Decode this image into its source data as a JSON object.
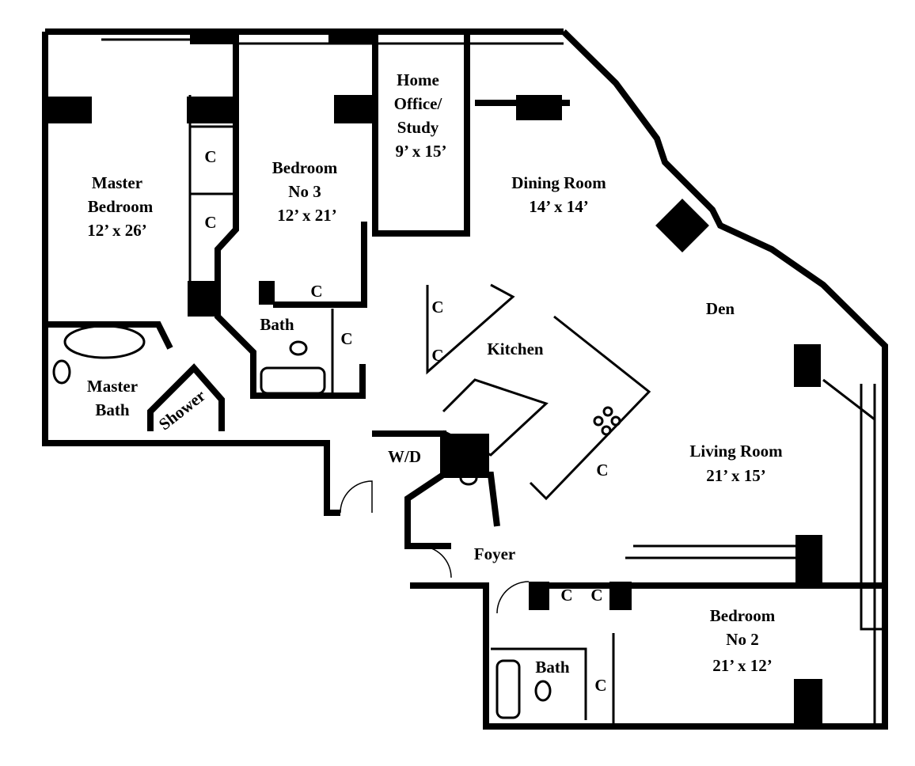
{
  "rooms": {
    "home_office": {
      "line1": "Home",
      "line2": "Office/",
      "line3": "Study",
      "size": "9’ x 15’"
    },
    "master_bedroom": {
      "line1": "Master",
      "line2": "Bedroom",
      "size": "12’ x 26’"
    },
    "bedroom3": {
      "line1": "Bedroom",
      "line2": "No 3",
      "size": "12’ x 21’"
    },
    "dining": {
      "line1": "Dining Room",
      "size": "14’ x 14’"
    },
    "den": {
      "line1": "Den"
    },
    "kitchen": {
      "line1": "Kitchen"
    },
    "living": {
      "line1": "Living Room",
      "size": "21’ x 15’"
    },
    "foyer": {
      "line1": "Foyer"
    },
    "bedroom2": {
      "line1": "Bedroom",
      "line2": "No 2",
      "size": "21’ x 12’"
    },
    "bath3": {
      "line1": "Bath"
    },
    "bath2": {
      "line1": "Bath"
    },
    "master_bath": {
      "line1": "Master",
      "line2": "Bath"
    },
    "shower": {
      "line1": "Shower"
    },
    "wd": {
      "line1": "W/D"
    }
  },
  "closet_label": "C"
}
